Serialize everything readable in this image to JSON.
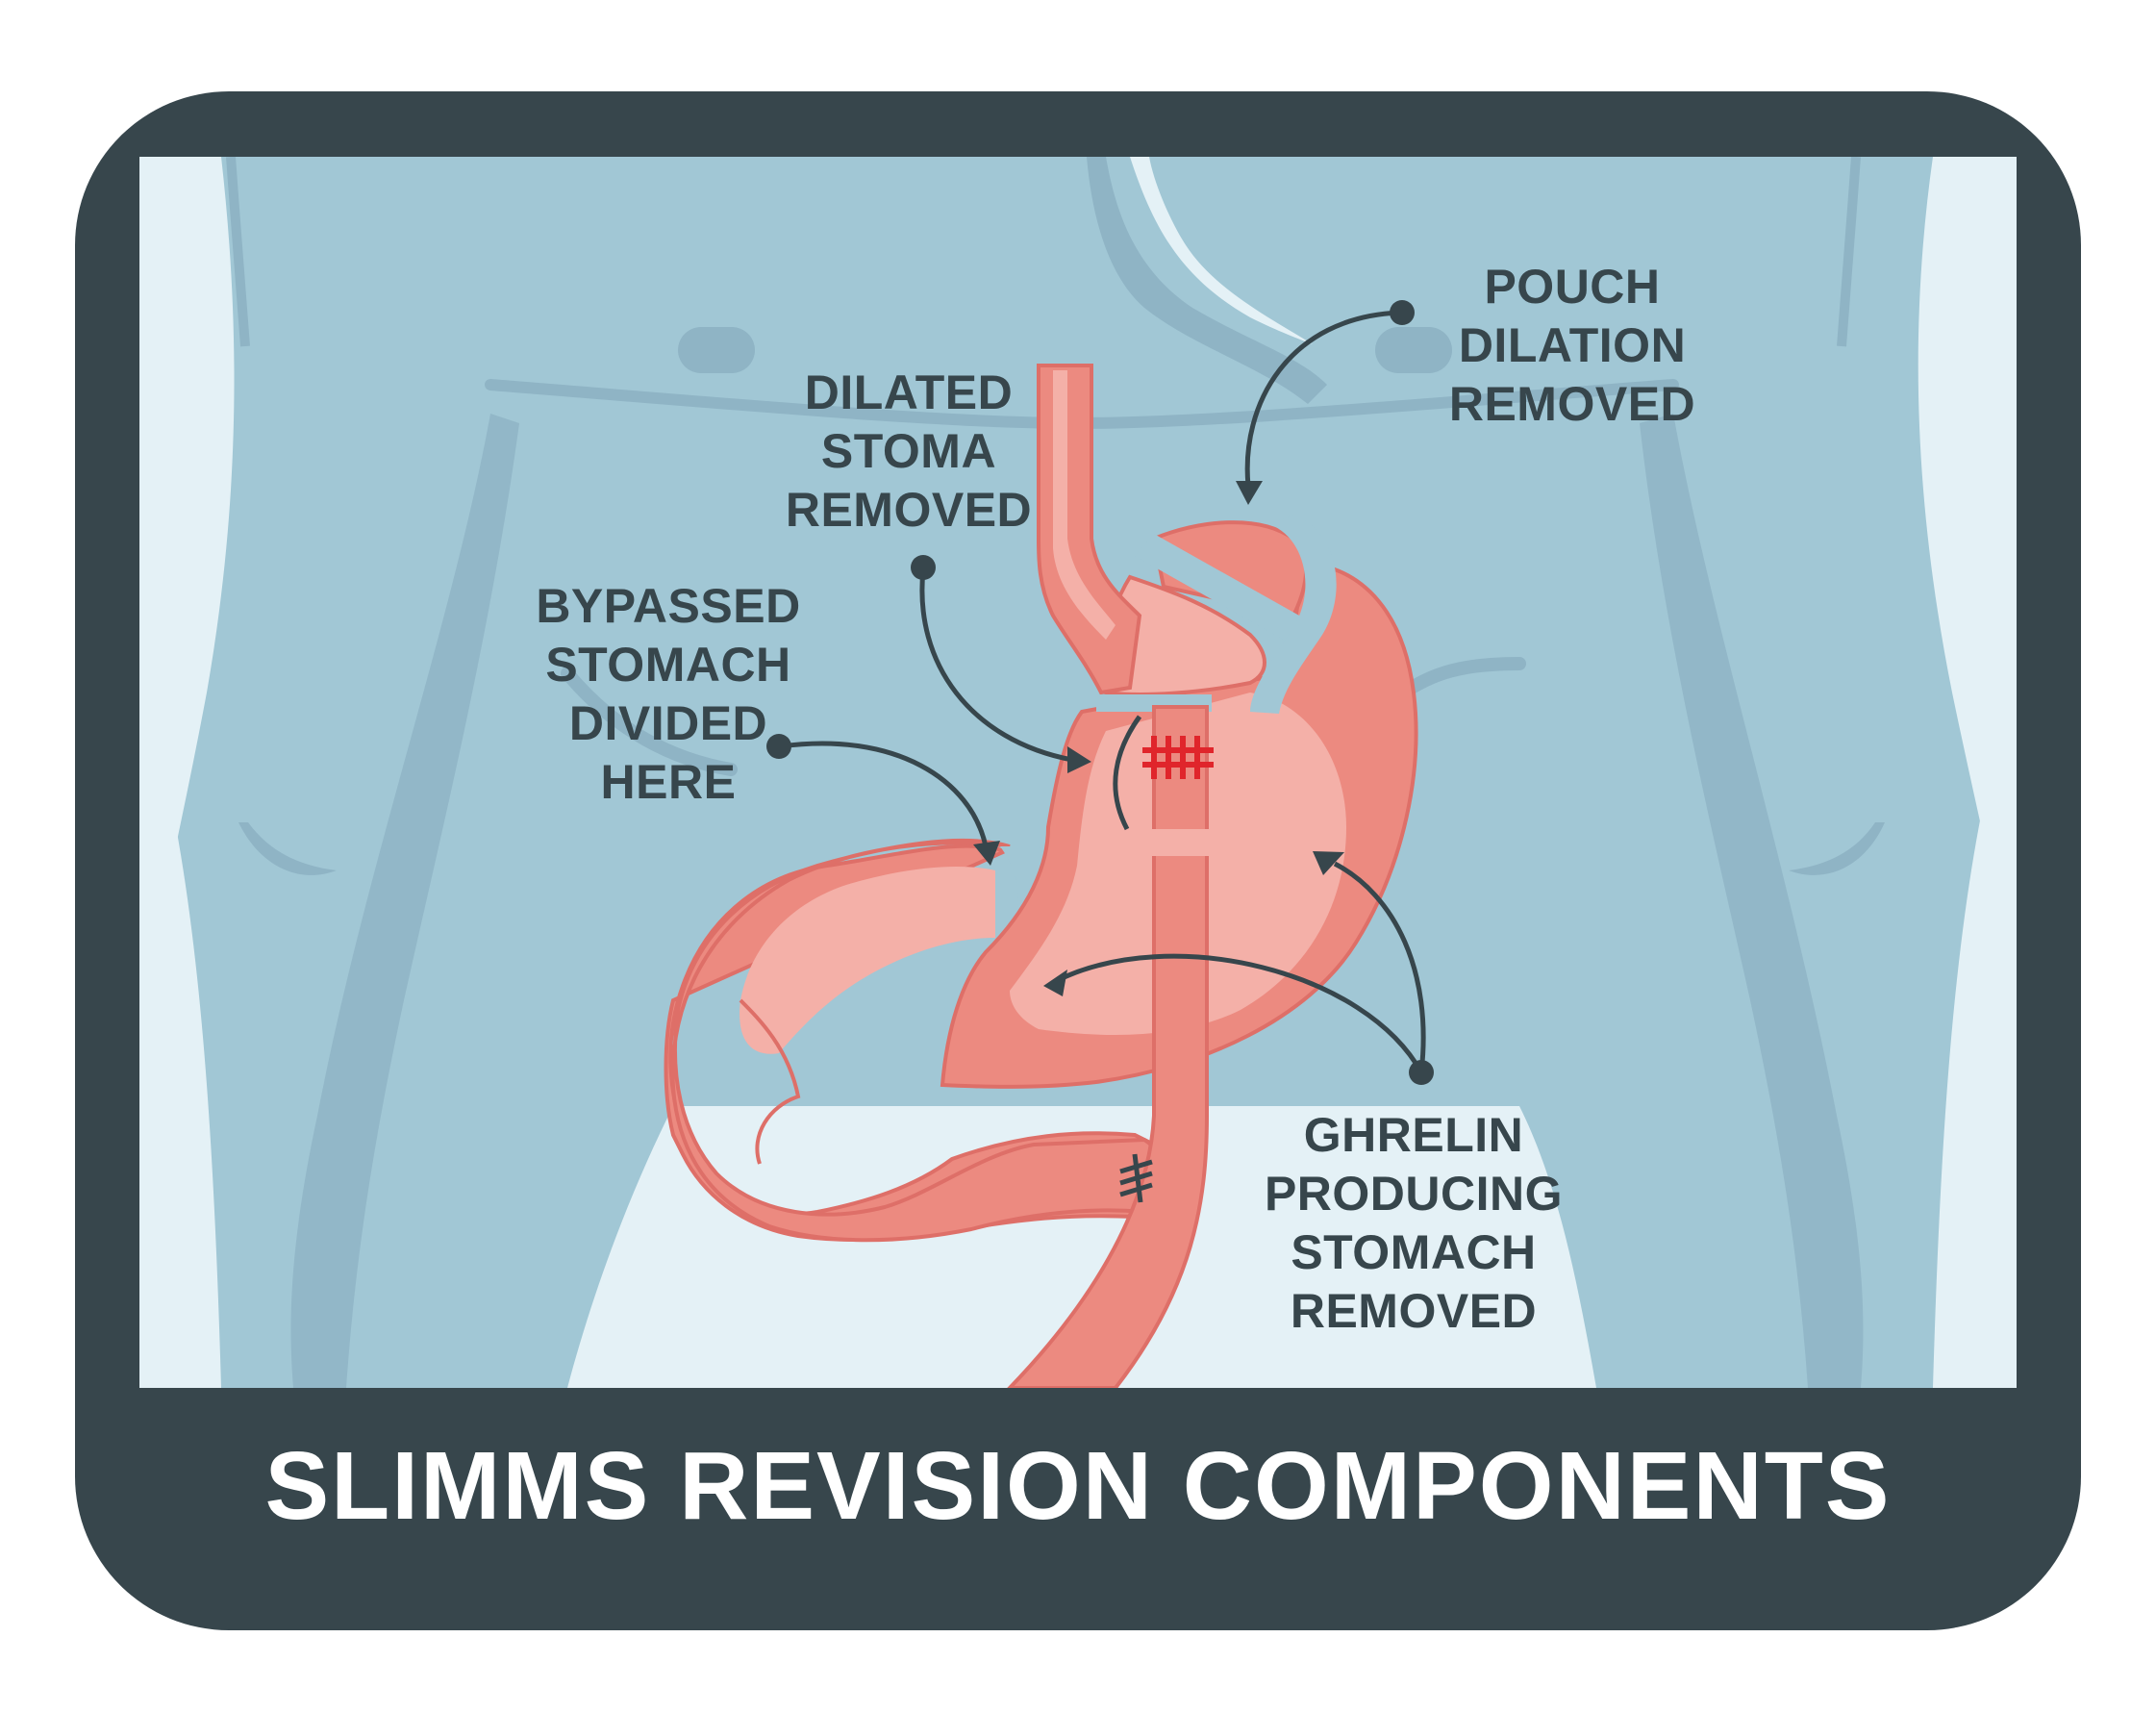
{
  "colors": {
    "frame": "#37464c",
    "body_fill": "#a1c7d5",
    "background_light": "#e4f1f6",
    "body_shadow": "#8fb4c5",
    "organ": "#ec8a80",
    "organ_light": "#f4b0a8",
    "organ_outline": "#de6f68",
    "staple_red": "#e0252b",
    "title_text": "#ffffff",
    "label_text": "#37464c"
  },
  "labels": {
    "pouch_dilation": [
      "POUCH",
      "DILATION",
      "REMOVED"
    ],
    "dilated_stoma": [
      "DILATED",
      "STOMA",
      "REMOVED"
    ],
    "bypassed_stomach": [
      "BYPASSED",
      "STOMACH",
      "DIVIDED",
      "HERE"
    ],
    "ghrelin": [
      "GHRELIN",
      "PRODUCING",
      "STOMACH",
      "REMOVED"
    ]
  },
  "title": "SLIMMS REVISION COMPONENTS"
}
